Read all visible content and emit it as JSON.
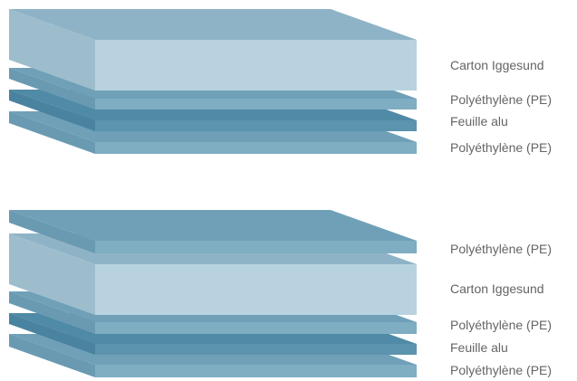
{
  "colors": {
    "carton_top": "#8fb3c6",
    "carton_front": "#b8d3df",
    "carton_side": "#9dbdcd",
    "pe_top": "#6fa0b8",
    "pe_front": "#7fadc2",
    "pe_side": "#6a9ab2",
    "alu_top": "#4f8aa6",
    "alu_front": "#5c93ad",
    "alu_side": "#4a83a0",
    "label_text": "#646464"
  },
  "diagram_top": {
    "layers": [
      {
        "type": "carton",
        "label": "Carton Iggesund"
      },
      {
        "type": "pe",
        "label": "Polyéthylène (PE)"
      },
      {
        "type": "alu",
        "label": "Feuille alu"
      },
      {
        "type": "pe",
        "label": "Polyéthylène (PE)"
      }
    ]
  },
  "diagram_bottom": {
    "layers": [
      {
        "type": "pe",
        "label": "Polyéthylène (PE)"
      },
      {
        "type": "carton",
        "label": "Carton Iggesund"
      },
      {
        "type": "pe",
        "label": "Polyéthylène (PE)"
      },
      {
        "type": "alu",
        "label": "Feuille alu"
      },
      {
        "type": "pe",
        "label": "Polyéthylène (PE)"
      }
    ]
  }
}
